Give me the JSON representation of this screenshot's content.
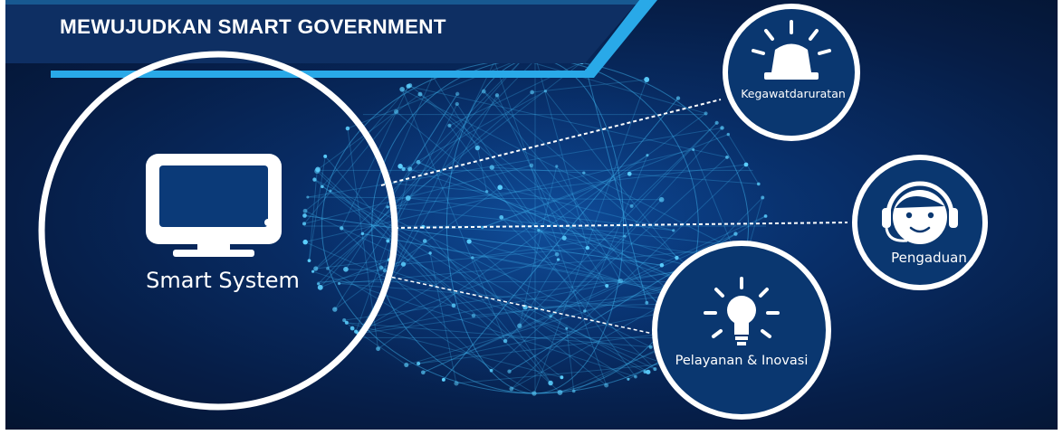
{
  "header": {
    "title": "MEWUJUDKAN SMART GOVERNMENT"
  },
  "center": {
    "label": "Smart System",
    "icon": "monitor-icon"
  },
  "nodes": [
    {
      "label": "Kegawatdaruratan",
      "icon": "siren-icon"
    },
    {
      "label": "Pengaduan",
      "icon": "headset-agent-icon"
    },
    {
      "label": "Pelayanan & Inovasi",
      "icon": "lightbulb-icon"
    }
  ],
  "colors": {
    "background": "#062a5e",
    "accent": "#29a9e8",
    "glow": "#4fc9ff",
    "line": "#ffffff"
  }
}
